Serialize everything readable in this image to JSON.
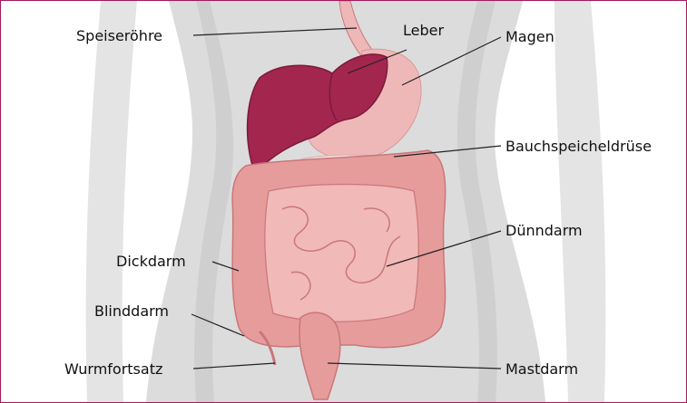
{
  "labels": {
    "esophagus": "Speiseröhre",
    "liver": "Leber",
    "stomach": "Magen",
    "pancreas": "Bauchspeicheldrüse",
    "small_intestine": "Dünndarm",
    "large_intestine": "Dickdarm",
    "cecum": "Blinddarm",
    "appendix": "Wurmfortsatz",
    "rectum": "Mastdarm"
  },
  "colors": {
    "border": "#a3195b",
    "body": "#dcdcdc",
    "body_shade": "#c9c9c9",
    "liver": "#a3264f",
    "liver_dark": "#7c1a3c",
    "stomach": "#efb8b8",
    "intestine": "#ecaaa9",
    "intestine_outline": "#c9777a",
    "leader_line": "#222222"
  }
}
